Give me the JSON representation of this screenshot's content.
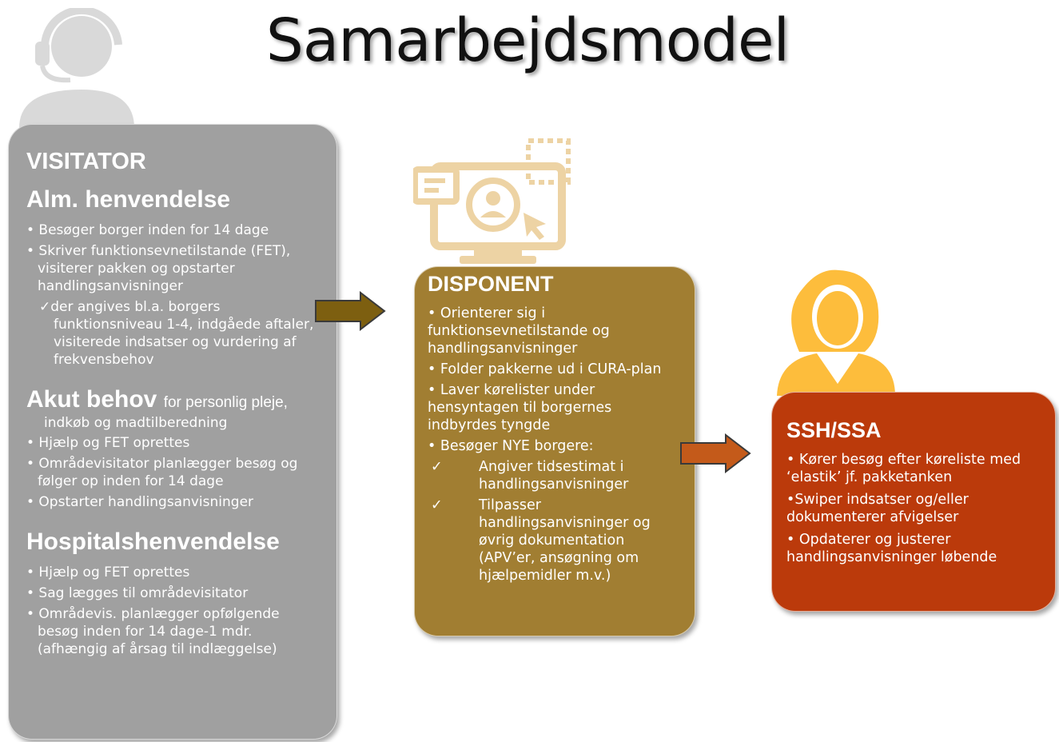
{
  "title": "Samarbejdsmodel",
  "visitator": {
    "heading": "VISITATOR",
    "sections": [
      {
        "heading": "Alm. henvendelse",
        "items": [
          {
            "type": "bullet",
            "text": "•  Besøger borger inden for 14 dage"
          },
          {
            "type": "bullet",
            "text": "• Skriver funktionsevnetilstande (FET), visiterer pakken og opstarter handlingsanvisninger"
          },
          {
            "type": "check",
            "text": "✓der angives bl.a. borgers funktionsniveau 1-4, indgåede aftaler, visiterede indsatser og vurdering af frekvensbehov"
          }
        ]
      },
      {
        "heading": "Akut behov",
        "heading_sub": "for personlig pleje,",
        "subline": "indkøb og madtilberedning",
        "items": [
          {
            "type": "bullet",
            "text": "• Hjælp og FET oprettes"
          },
          {
            "type": "bullet",
            "text": "• Områdevisitator planlægger besøg og følger op inden for 14 dage"
          },
          {
            "type": "bullet",
            "text": "• Opstarter handlingsanvisninger"
          }
        ]
      },
      {
        "heading": "Hospitalshenvendelse",
        "items": [
          {
            "type": "bullet",
            "text": "• Hjælp og FET oprettes"
          },
          {
            "type": "bullet",
            "text": "• Sag lægges til områdevisitator"
          },
          {
            "type": "bullet",
            "text": "• Områdevis. planlægger opfølgende besøg inden for 14 dage-1 mdr. (afhængig af årsag til indlæggelse)"
          }
        ]
      }
    ]
  },
  "disponent": {
    "heading": "DISPONENT",
    "items": [
      {
        "type": "bullet",
        "text": "• Orienterer sig i funktionsevnetilstande og handlingsanvisninger"
      },
      {
        "type": "bullet",
        "text": "• Folder pakkerne ud i CURA-plan"
      },
      {
        "type": "bullet",
        "text": "• Laver kørelister under hensyntagen til borgernes indbyrdes tyngde"
      },
      {
        "type": "bullet",
        "text": "• Besøger NYE borgere:"
      },
      {
        "type": "check",
        "mark": "✓",
        "text": "Angiver tidsestimat i handlingsanvisninger"
      },
      {
        "type": "check",
        "mark": "✓",
        "text": "Tilpasser handlingsanvisninger og øvrig dokumentation (APV’er, ansøgning om hjælpemidler m.v.)"
      }
    ]
  },
  "ssh": {
    "heading": "SSH/SSA",
    "items": [
      {
        "type": "bullet",
        "text": "• Kører besøg efter køreliste med ‘elastik’ jf. pakketanken"
      },
      {
        "type": "bullet",
        "text": "•Swiper indsatser og/eller dokumenterer afvigelser"
      },
      {
        "type": "bullet",
        "text": "• Opdaterer og justerer handlingsanvisninger løbende"
      }
    ]
  },
  "colors": {
    "visitator_box": "#a0a0a0",
    "disponent_box": "#a17e32",
    "ssh_box": "#bb3a0b",
    "arrow1": "#7d5f10",
    "arrow2": "#c45a1a",
    "icon_gray": "#d9d9d9",
    "icon_tan": "#edd3a4",
    "icon_yellow": "#fdbd3c"
  },
  "icons": [
    "headset-person-icon",
    "computer-user-icon",
    "woman-person-icon",
    "right-arrow-icon"
  ]
}
